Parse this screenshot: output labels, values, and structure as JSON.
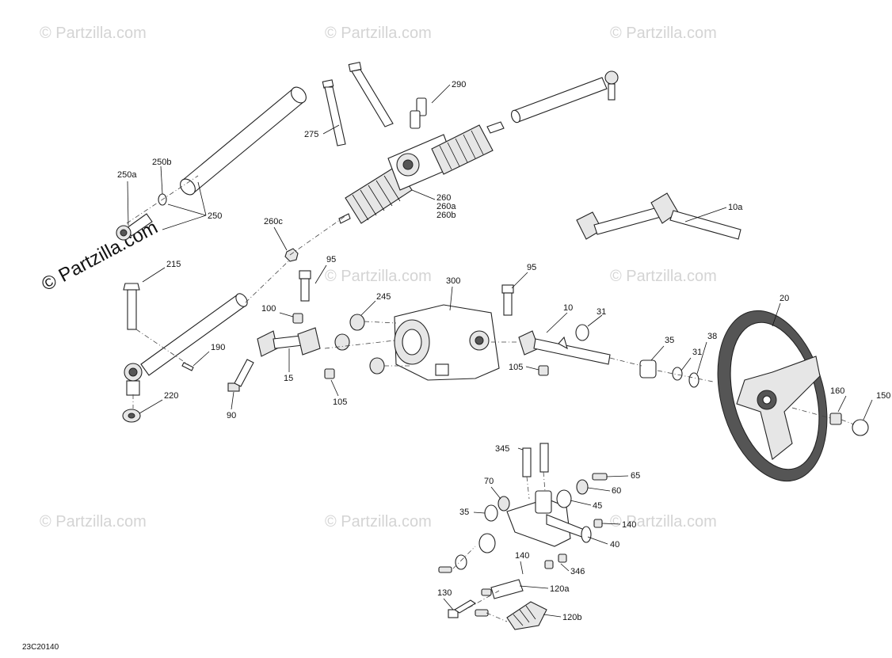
{
  "diagram_code": "23C20140",
  "watermark": "Partzilla.com",
  "watermark_main": "© Partzilla.com",
  "callouts": {
    "c275": "275",
    "c290": "290",
    "c250a": "250a",
    "c250b": "250b",
    "c250": "250",
    "c260": "260",
    "c260a": "260a",
    "c260b": "260b",
    "c260c": "260c",
    "c10a": "10a",
    "c215": "215",
    "c95a": "95",
    "c95b": "95",
    "c300": "300",
    "c245": "245",
    "c100": "100",
    "c10": "10",
    "c31a": "31",
    "c20": "20",
    "c190": "190",
    "c35a": "35",
    "c31b": "31",
    "c38": "38",
    "c15": "15",
    "c105a": "105",
    "c105b": "105",
    "c220": "220",
    "c90": "90",
    "c160": "160",
    "c150": "150",
    "c345": "345",
    "c65": "65",
    "c70": "70",
    "c60": "60",
    "c45": "45",
    "c35b": "35",
    "c140a": "140",
    "c40": "40",
    "c140b": "140",
    "c346": "346",
    "c130": "130",
    "c120a": "120a",
    "c120b": "120b"
  }
}
